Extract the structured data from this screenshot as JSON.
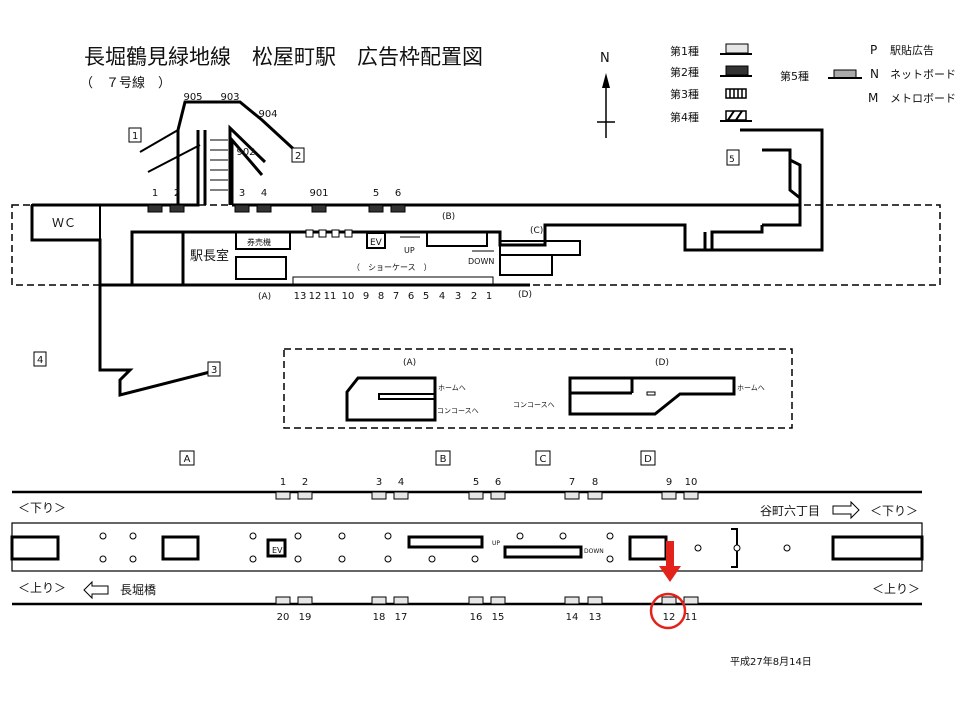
{
  "header": {
    "title": "長堀鶴見緑地線　松屋町駅　広告枠配置図",
    "subtitle": "（　７号線　）"
  },
  "compass": {
    "label": "N"
  },
  "legend": {
    "types": [
      "第1種",
      "第2種",
      "第3種",
      "第4種"
    ],
    "type5": "第5種",
    "codes": [
      {
        "code": "P",
        "label": "駅貼広告"
      },
      {
        "code": "N",
        "label": "ネットボード"
      },
      {
        "code": "M",
        "label": "メトロボード"
      }
    ]
  },
  "concourse": {
    "exits": [
      "1",
      "2",
      "3",
      "4",
      "5"
    ],
    "exit_ads": [
      "905",
      "903",
      "904",
      "902"
    ],
    "wall_ads": [
      "1",
      "2",
      "3",
      "4",
      "901",
      "5",
      "6"
    ],
    "rooms": {
      "wc": "ＷＣ",
      "station_master": "駅長室",
      "ticket": "券売機",
      "ev": "EV"
    },
    "stairs": {
      "a": "(A)",
      "b": "(B)",
      "c": "(C)",
      "d": "(D)"
    },
    "escalator": {
      "up": "UP",
      "down": "DOWN"
    },
    "showcase_label": "（　ショーケース　）",
    "showcase_numbers": [
      "13",
      "12",
      "11",
      "10",
      "9",
      "8",
      "7",
      "6",
      "5",
      "4",
      "3",
      "2",
      "1"
    ]
  },
  "detail": {
    "a_label": "(A)",
    "d_label": "(D)",
    "to_platform": "ホームへ",
    "to_concourse": "コンコースへ"
  },
  "platform": {
    "sections": [
      "A",
      "B",
      "C",
      "D"
    ],
    "top_ads": [
      "1",
      "2",
      "3",
      "4",
      "5",
      "6",
      "7",
      "8",
      "9",
      "10"
    ],
    "bottom_ads": [
      "20",
      "19",
      "18",
      "17",
      "16",
      "15",
      "14",
      "13",
      "12",
      "11"
    ],
    "down_label": "＜下り＞",
    "up_label": "＜上り＞",
    "down_destination": "谷町六丁目",
    "up_destination": "長堀橋",
    "ev": "EV",
    "up": "UP",
    "down": "DOWN",
    "highlighted_ad": "12",
    "highlight_color": "#e3231b"
  },
  "footer": {
    "date": "平成27年8月14日"
  }
}
